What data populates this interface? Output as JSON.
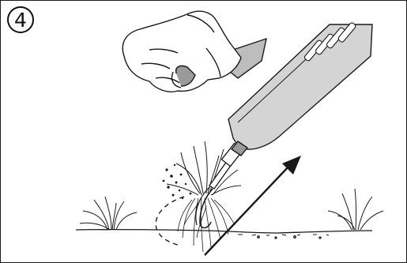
{
  "step": {
    "number": "4"
  },
  "colors": {
    "line": "#1a1a1a",
    "tool_fill": "#d4d4d4",
    "tool_dark": "#9a9a9a",
    "glove_fill": "#ffffff"
  },
  "icons": {
    "step_badge": "circled-number",
    "direction": "arrow-up-right",
    "motion": "dashed-arc"
  }
}
